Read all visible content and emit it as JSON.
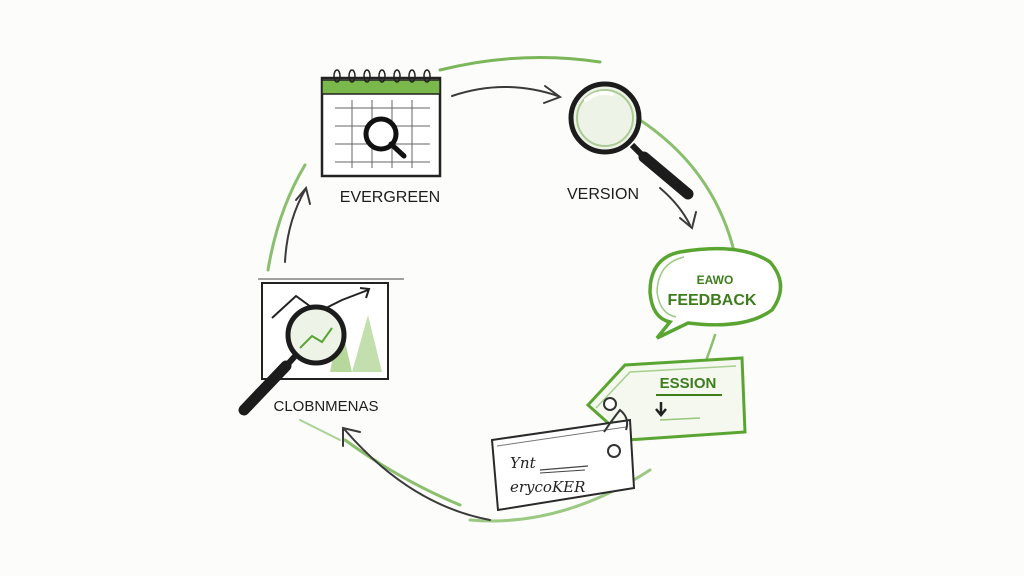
{
  "diagram": {
    "nodes": {
      "evergreen": {
        "label": "EVERGREEN",
        "icon": "calendar-magnifier-icon",
        "glyph": "Q"
      },
      "version": {
        "label": "VERSION",
        "icon": "magnifying-glass-icon"
      },
      "feedback": {
        "label": "FEEDBACK",
        "sublabel": "EAWO",
        "icon": "speech-bubble-icon"
      },
      "session": {
        "label": "ESSION",
        "icon": "price-tag-icon"
      },
      "card": {
        "line1": "Ynt",
        "line2": "erycoKER",
        "icon": "hanging-card-icon"
      },
      "comments": {
        "label": "CLOBNMENAS",
        "icon": "chart-magnifier-icon"
      }
    },
    "colors": {
      "ink": "#1e1e1e",
      "green": "#5aa532",
      "green_dark": "#3d7d1c",
      "background": "#fcfcfa"
    }
  }
}
